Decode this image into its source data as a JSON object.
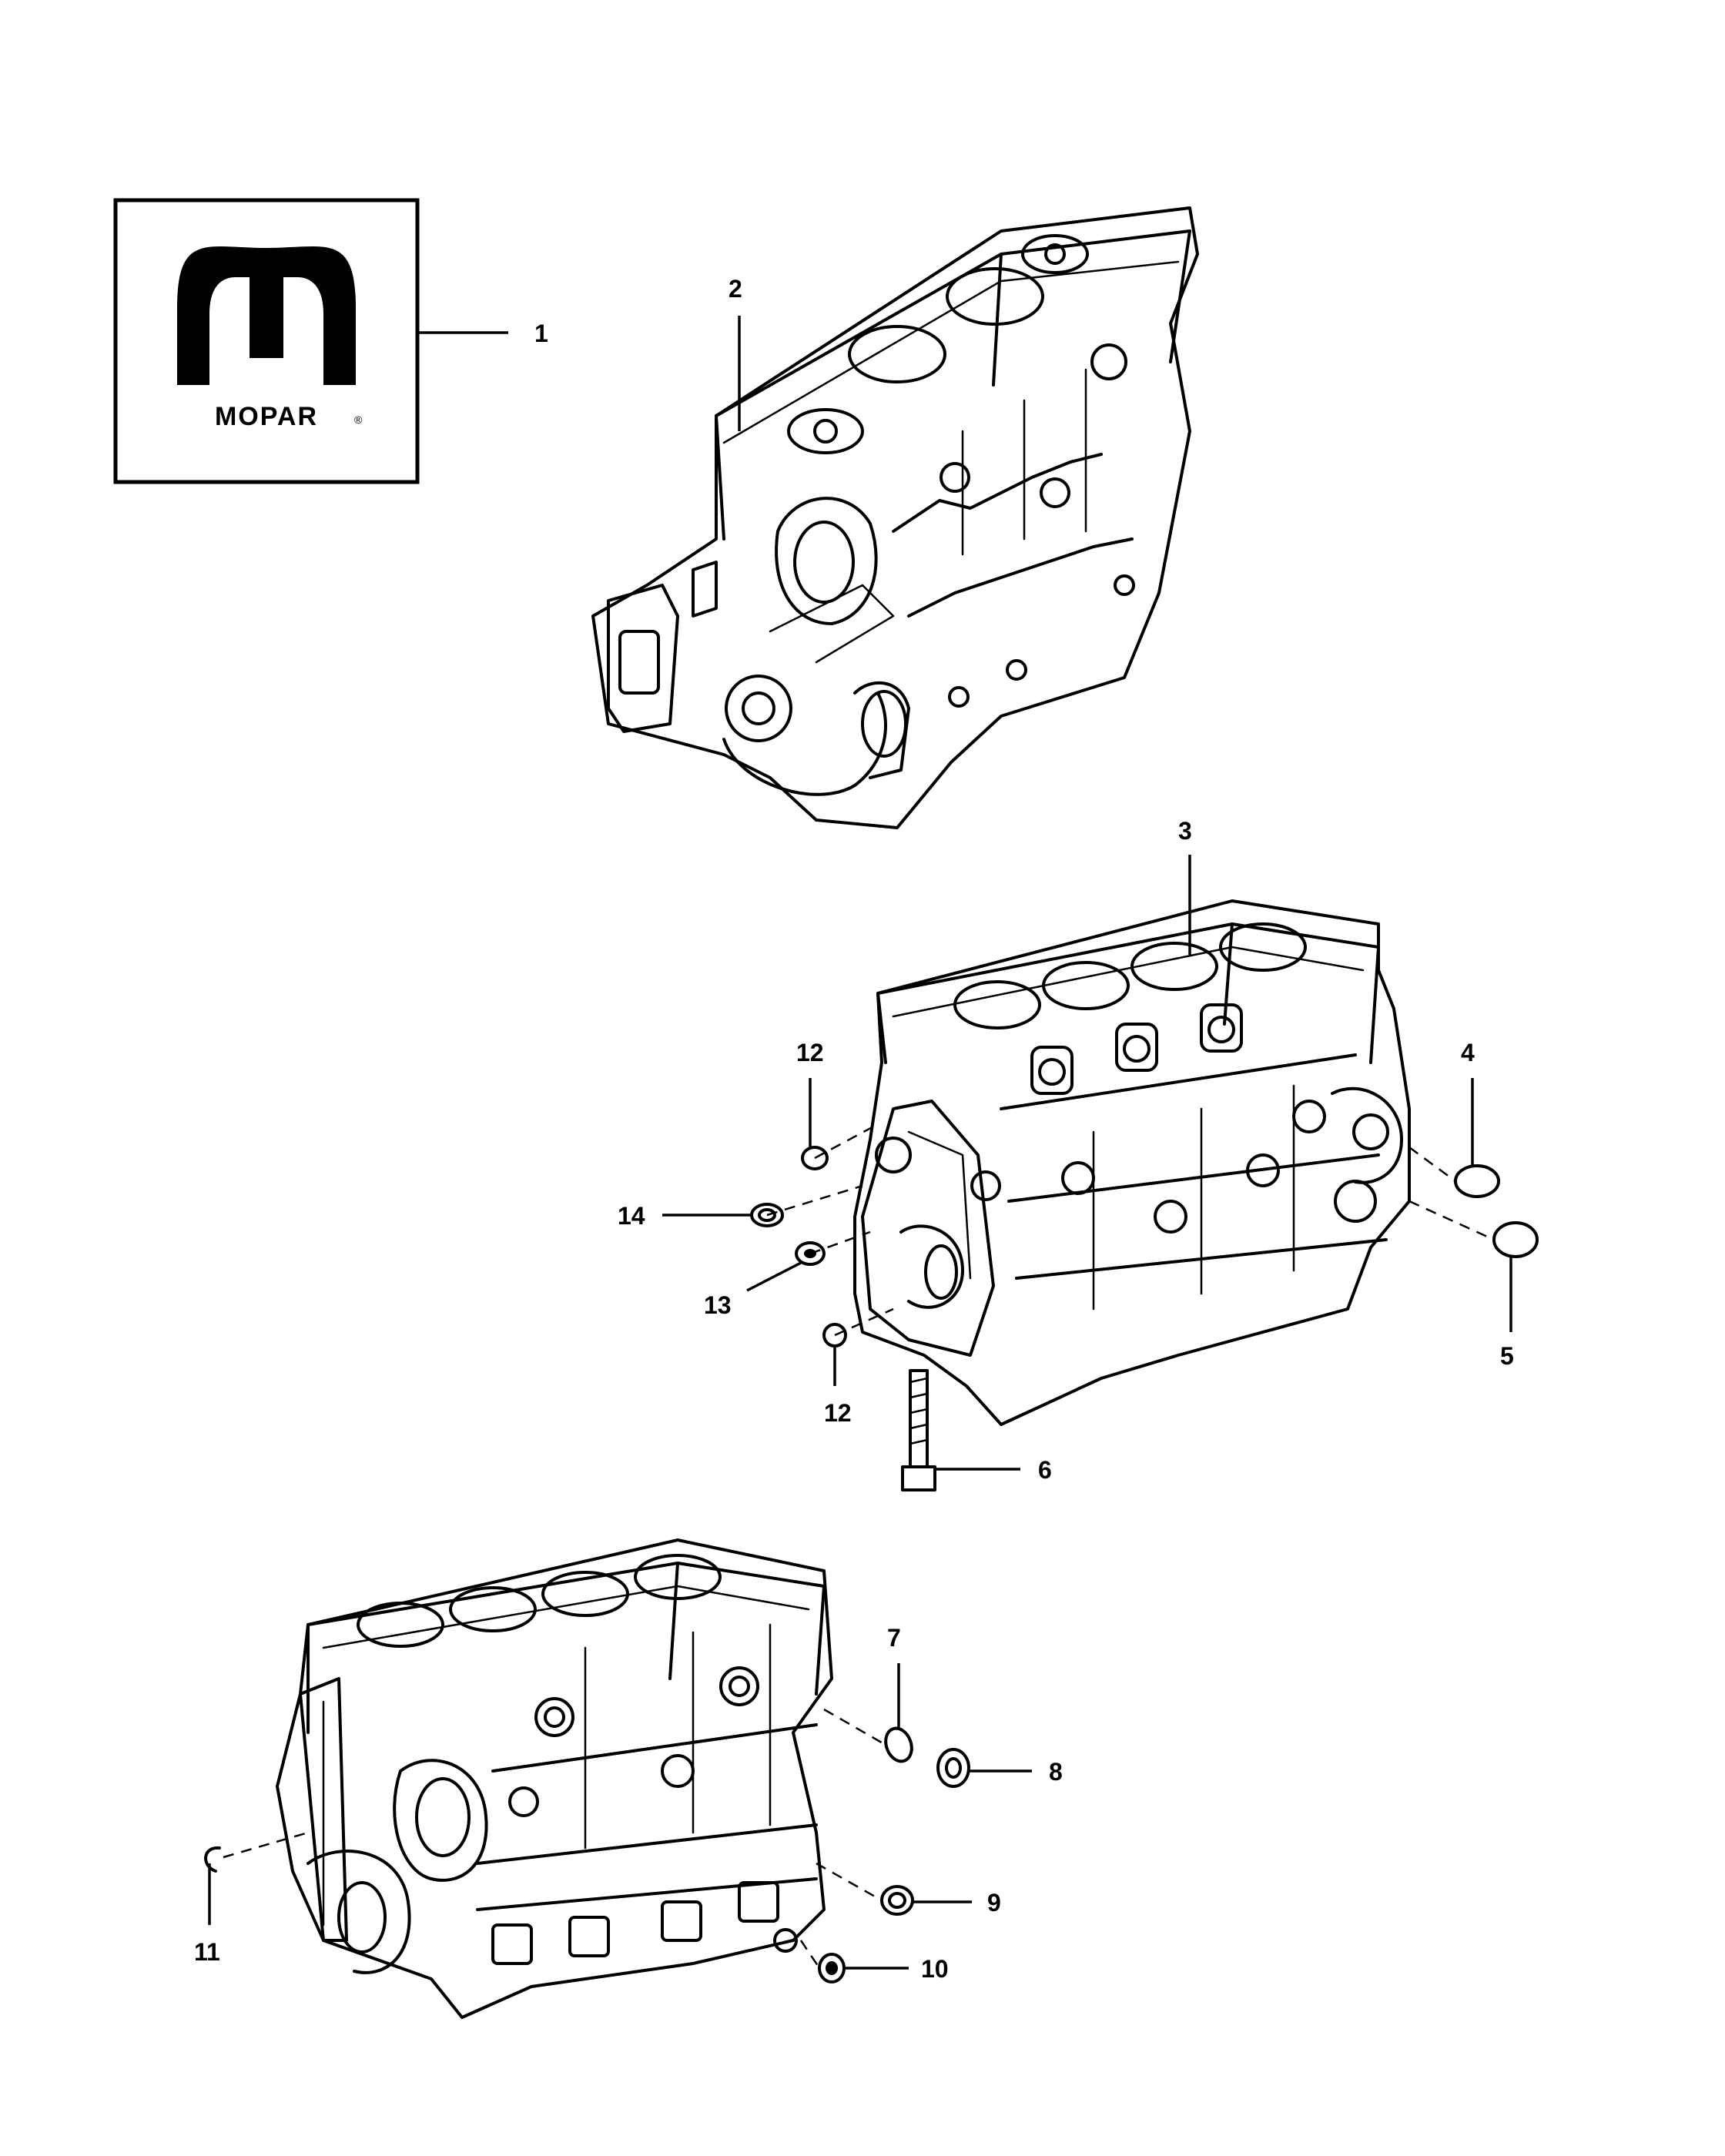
{
  "logo": {
    "text": "MOPAR",
    "registered_mark": "®"
  },
  "callouts": {
    "c1": "1",
    "c2": "2",
    "c3": "3",
    "c4": "4",
    "c5": "5",
    "c6": "6",
    "c7": "7",
    "c8": "8",
    "c9": "9",
    "c10": "10",
    "c11": "11",
    "c12a": "12",
    "c12b": "12",
    "c13": "13",
    "c14": "14"
  }
}
